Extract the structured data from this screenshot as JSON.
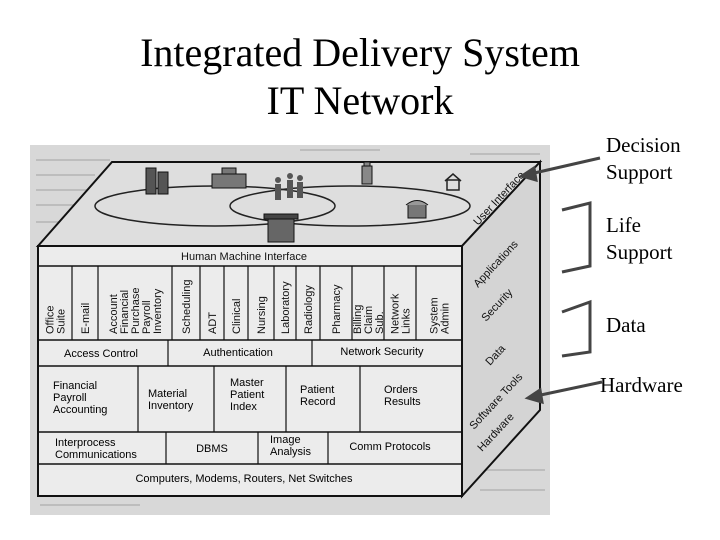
{
  "title": {
    "line1": "Integrated Delivery System",
    "line2": "IT Network"
  },
  "hmi": "Human Machine Interface",
  "applications": [
    "Office Suite",
    "E-mail",
    "Account Financial Purchase Payroll Inventory",
    "Scheduling",
    "ADT",
    "Clinical",
    "Nursing",
    "Laboratory",
    "Radiology",
    "Pharmacy",
    "Billing Claim Sub.",
    "Network Links",
    "System Admin"
  ],
  "security_row": [
    "Access Control",
    "Authentication",
    "Network Security"
  ],
  "data_row": [
    "Financial Payroll Accounting",
    "Material Inventory",
    "Master Patient Index",
    "Patient Record",
    "Orders Results"
  ],
  "tools_row": [
    "Interprocess Communications",
    "DBMS",
    "Image Analysis",
    "Comm Protocols"
  ],
  "hardware_row": "Computers, Modems, Routers, Net Switches",
  "side_labels": [
    "User Interface",
    "Applications",
    "Security",
    "Data",
    "Software Tools",
    "Hardware"
  ],
  "right_labels": {
    "decision": "Decision Support",
    "life": "Life Support",
    "data": "Data",
    "hardware": "Hardware"
  }
}
